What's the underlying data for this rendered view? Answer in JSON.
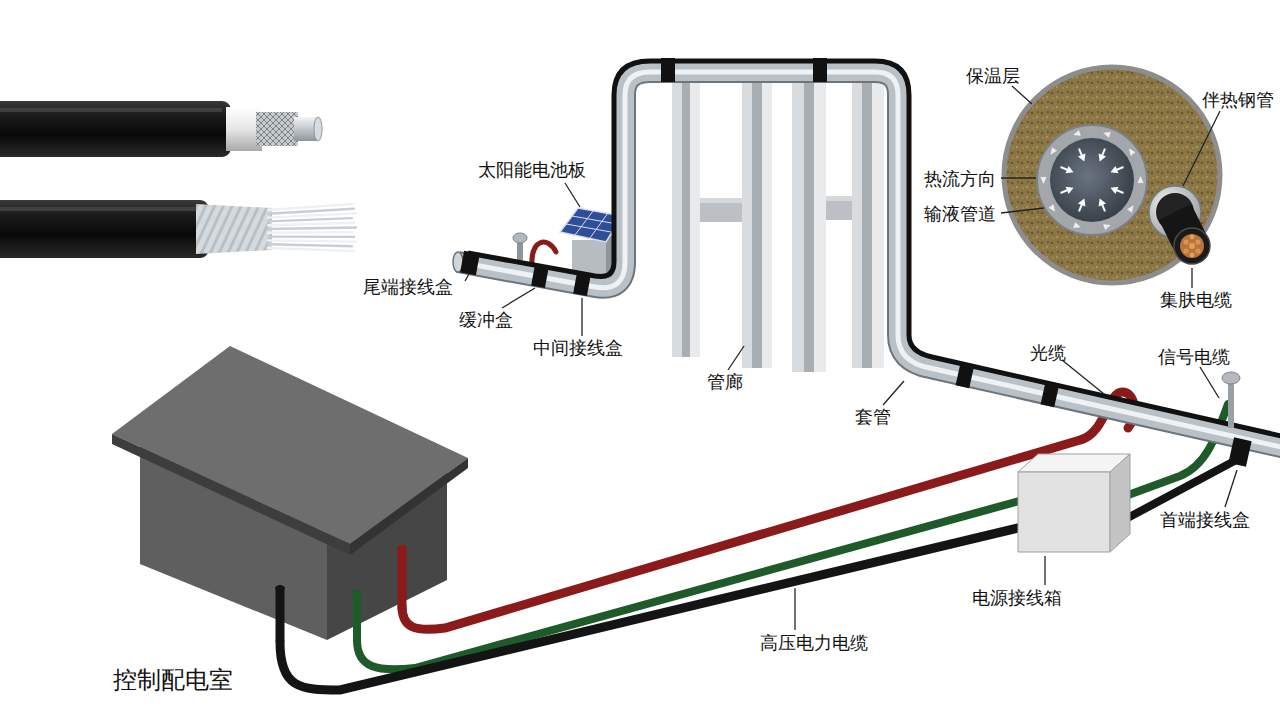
{
  "diagram": {
    "nodes": [
      {
        "text": [
          "控制配电室"
        ]
      },
      {
        "text": [
          "电源接线箱"
        ]
      }
    ],
    "edges": [
      {
        "from": 0,
        "to": 1,
        "arrow": "none",
        "label": "高压电力电缆"
      }
    ],
    "labels": [
      "保温层",
      "伴热钢管",
      "热流方向",
      "输液管道",
      "集肤电缆",
      "太阳能电池板",
      "尾端接线盒",
      "缓冲盒",
      "中间接线盒",
      "管廊",
      "套管",
      "光缆",
      "信号电缆",
      "首端接线盒"
    ]
  }
}
